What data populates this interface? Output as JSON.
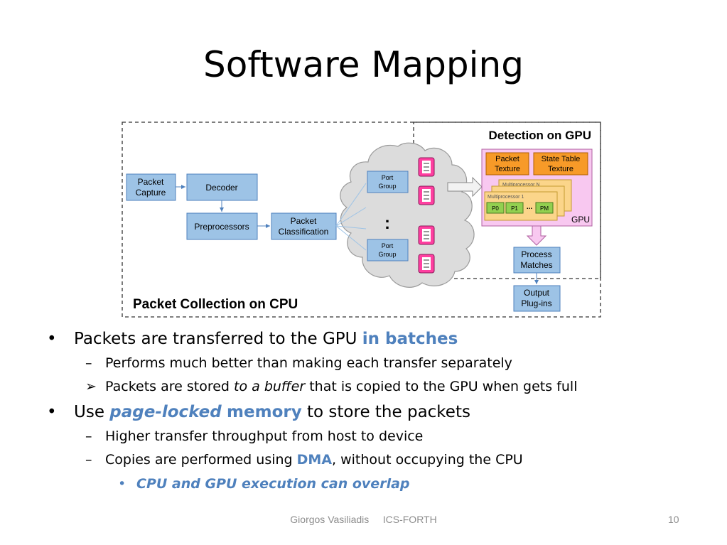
{
  "slide": {
    "title": "Software Mapping",
    "page_number": "10",
    "footer": {
      "author": "Giorgos Vasiliadis",
      "affiliation": "ICS-FORTH"
    }
  },
  "diagram": {
    "gpu_region_label": "Detection on GPU",
    "cpu_region_label": "Packet Collection on CPU",
    "packet_capture": [
      "Packet",
      "Capture"
    ],
    "decoder": "Decoder",
    "preprocessors": "Preprocessors",
    "packet_classification": [
      "Packet",
      "Classification"
    ],
    "port_group_top": [
      "Port",
      "Group"
    ],
    "port_group_bottom": [
      "Port",
      "Group"
    ],
    "dots": ":",
    "packet_texture": [
      "Packet",
      "Texture"
    ],
    "state_table_texture": [
      "State Table",
      "Texture"
    ],
    "multiprocessor_n": "Multiprocessor N",
    "multiprocessor_1": "Multiprocessor 1",
    "p0": "P0",
    "p1": "P1",
    "ellipsis": "...",
    "pm": "PM",
    "gpu_label": "GPU",
    "process_matches": [
      "Process",
      "Matches"
    ],
    "output_plugins": [
      "Output",
      "Plug-ins"
    ],
    "colors": {
      "box_blue": "#9dc3e6",
      "texture_orange": "#f79a28",
      "gpu_pink": "#f8c8f0",
      "multiprocessor_yellow": "#fbd58a",
      "processor_green": "#92d050",
      "buffer_magenta": "#ff3fa0",
      "cloud_gray": "#dcdcdc"
    }
  },
  "bullets": {
    "b1": {
      "text": "Packets are transferred to the GPU ",
      "emph": "in batches"
    },
    "b1_1": "Performs much better than making each transfer separately",
    "b1_2": {
      "pre": "Packets are stored ",
      "emph": "to a buffer",
      "post": " that is copied to the GPU when gets full"
    },
    "b2": {
      "pre": "Use ",
      "emph1": "page-locked",
      "emph2": "memory",
      "post": " to store the packets"
    },
    "b2_1": "Higher transfer throughput from host to device",
    "b2_2": {
      "pre": "Copies are performed using ",
      "emph": "DMA",
      "post": ", without occupying the CPU"
    },
    "b2_2_1": "CPU and GPU execution can overlap"
  },
  "markers": {
    "bullet": "•",
    "dash": "–",
    "arrow": "➢"
  }
}
